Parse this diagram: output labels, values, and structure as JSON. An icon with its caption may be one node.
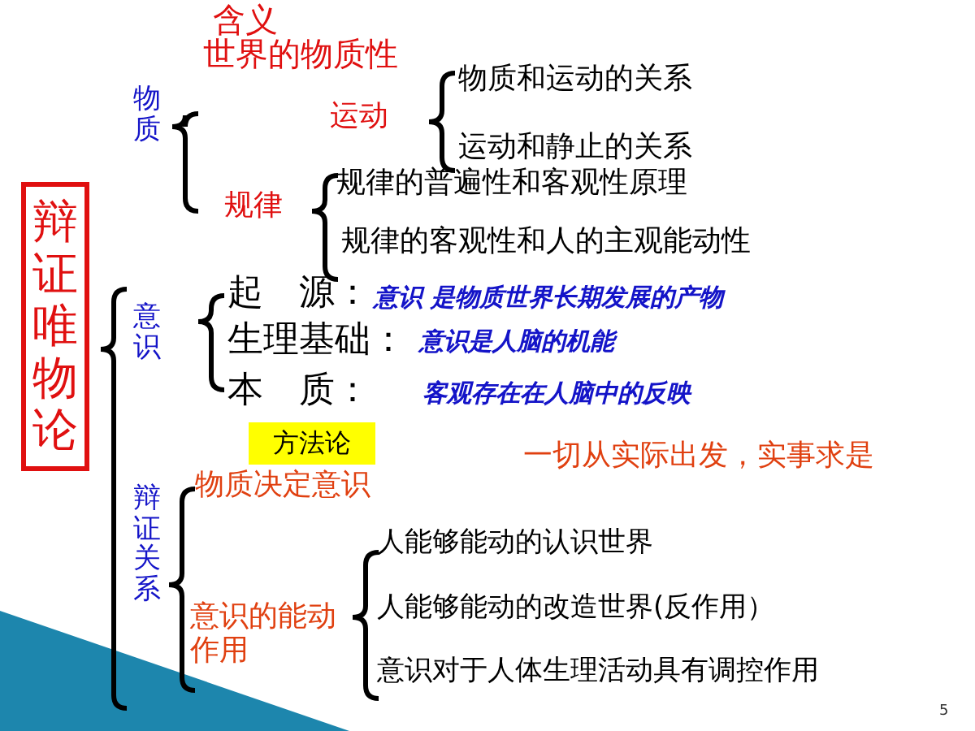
{
  "diagram": {
    "nodes": [
      {
        "text": [
          "辩证唯物论"
        ]
      },
      {
        "text": [
          "方法论"
        ]
      }
    ],
    "labels": [
      "含义",
      "世界的物质性",
      "物质",
      "运动",
      "物质和运动的关系",
      "运动和静止的关系",
      "规律",
      "规律的普遍性和客观性原理",
      "规律的客观性和人的主观能动性",
      "意识",
      "起　源：",
      "意识 是物质世界长期发展的产物",
      "生理基础：",
      "意识是人脑的机能",
      "本　质：",
      "客观存在在人脑中的反映",
      "一切从实际出发，实事求是",
      "辩证关系",
      "物质决定意识",
      "意识的能动作用",
      "人能够能动的认识世界",
      "人能够能动的改造世界(反作用）",
      "意识对于人体生理活动具有调控作用",
      "5"
    ]
  }
}
